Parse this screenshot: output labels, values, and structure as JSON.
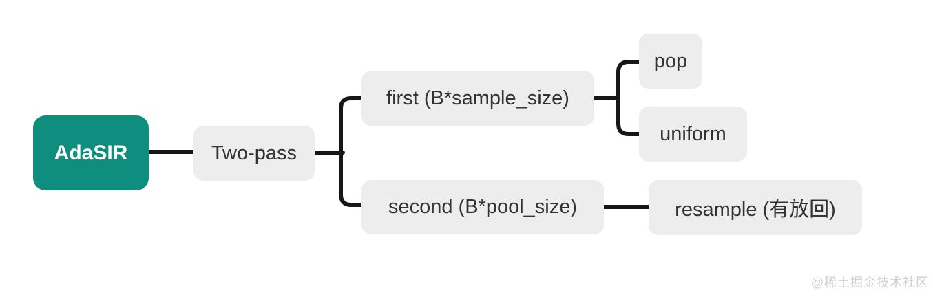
{
  "diagram": {
    "type": "mindmap",
    "colors": {
      "root_bg": "#0f8e7d",
      "root_text": "#ffffff",
      "node_bg": "#ededed",
      "node_text": "#333333",
      "connector": "#161616",
      "background": "#ffffff",
      "watermark_text": "#cfcfcf"
    },
    "nodes": {
      "root": {
        "label": "AdaSIR"
      },
      "two_pass": {
        "label": "Two-pass"
      },
      "first": {
        "label": "first (B*sample_size)"
      },
      "pop": {
        "label": "pop"
      },
      "uniform": {
        "label": "uniform"
      },
      "second": {
        "label": "second (B*pool_size)"
      },
      "resample": {
        "label": "resample (有放回)"
      }
    },
    "edges": [
      {
        "from": "AdaSIR",
        "to": "Two-pass"
      },
      {
        "from": "Two-pass",
        "to": "first (B*sample_size)"
      },
      {
        "from": "Two-pass",
        "to": "second (B*pool_size)"
      },
      {
        "from": "first (B*sample_size)",
        "to": "pop"
      },
      {
        "from": "first (B*sample_size)",
        "to": "uniform"
      },
      {
        "from": "second (B*pool_size)",
        "to": "resample (有放回)"
      }
    ]
  },
  "watermark": {
    "label": "@稀土掘金技术社区"
  }
}
